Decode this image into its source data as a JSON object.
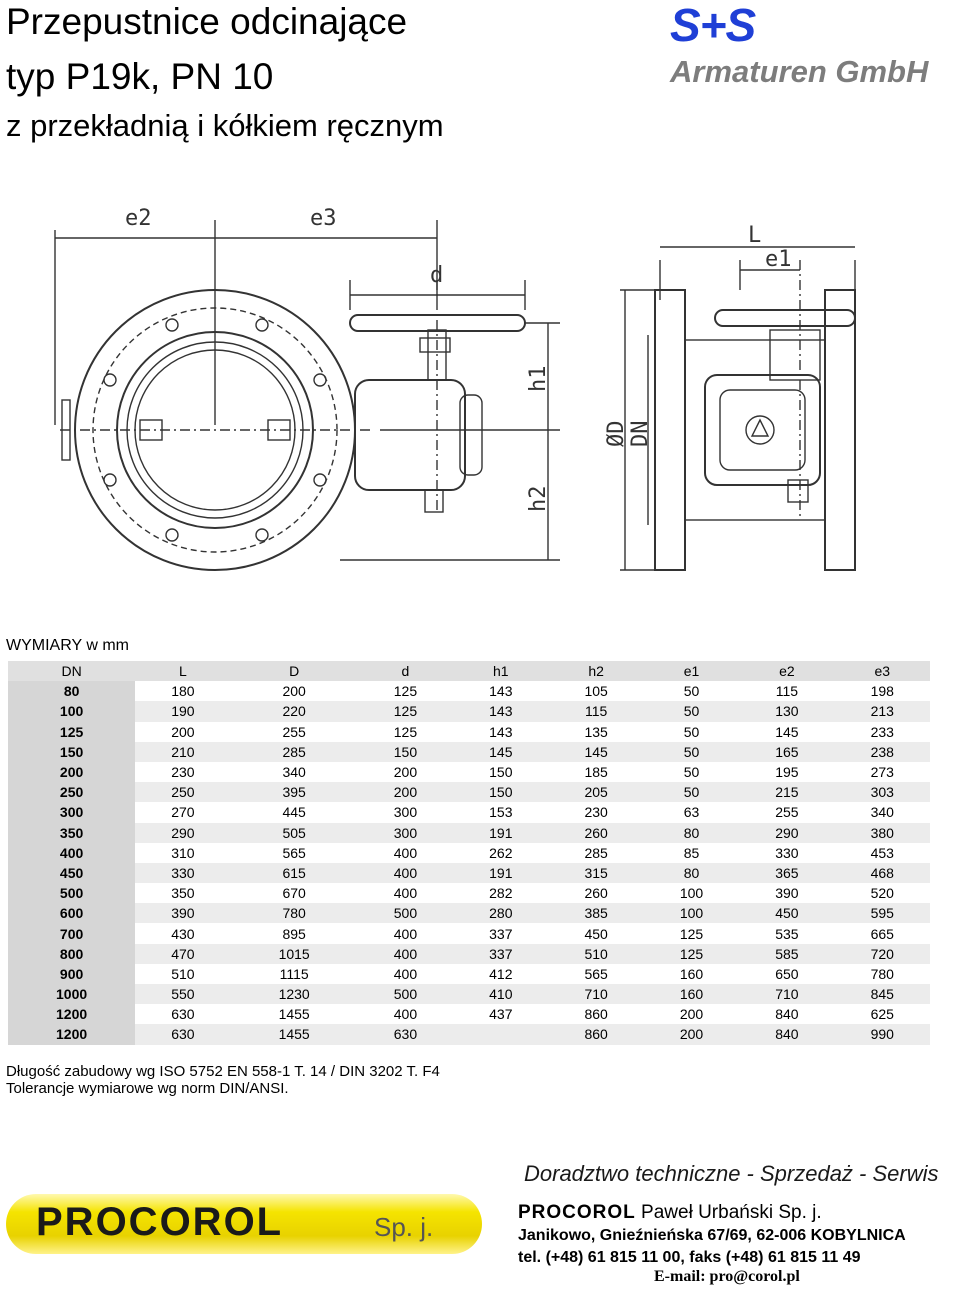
{
  "header": {
    "title_line1": "Przepustnice odcinające",
    "title_line2": "typ P19k, PN 10",
    "subtitle": "z przekładnią i kółkiem ręcznym",
    "brand": "S+S",
    "company": "Armaturen GmbH"
  },
  "drawing": {
    "labels": {
      "e2": "e2",
      "e3": "e3",
      "d": "d",
      "h1": "h1",
      "h2": "h2",
      "L": "L",
      "e1": "e1",
      "OD": "ØD",
      "DN": "DN"
    }
  },
  "table": {
    "caption": "WYMIARY w mm",
    "columns": [
      "DN",
      "L",
      "D",
      "d",
      "h1",
      "h2",
      "e1",
      "e2",
      "e3"
    ],
    "rows": [
      [
        "80",
        "180",
        "200",
        "125",
        "143",
        "105",
        "50",
        "115",
        "198"
      ],
      [
        "100",
        "190",
        "220",
        "125",
        "143",
        "115",
        "50",
        "130",
        "213"
      ],
      [
        "125",
        "200",
        "255",
        "125",
        "143",
        "135",
        "50",
        "145",
        "233"
      ],
      [
        "150",
        "210",
        "285",
        "150",
        "145",
        "145",
        "50",
        "165",
        "238"
      ],
      [
        "200",
        "230",
        "340",
        "200",
        "150",
        "185",
        "50",
        "195",
        "273"
      ],
      [
        "250",
        "250",
        "395",
        "200",
        "150",
        "205",
        "50",
        "215",
        "303"
      ],
      [
        "300",
        "270",
        "445",
        "300",
        "153",
        "230",
        "63",
        "255",
        "340"
      ],
      [
        "350",
        "290",
        "505",
        "300",
        "191",
        "260",
        "80",
        "290",
        "380"
      ],
      [
        "400",
        "310",
        "565",
        "400",
        "262",
        "285",
        "85",
        "330",
        "453"
      ],
      [
        "450",
        "330",
        "615",
        "400",
        "191",
        "315",
        "80",
        "365",
        "468"
      ],
      [
        "500",
        "350",
        "670",
        "400",
        "282",
        "260",
        "100",
        "390",
        "520"
      ],
      [
        "600",
        "390",
        "780",
        "500",
        "280",
        "385",
        "100",
        "450",
        "595"
      ],
      [
        "700",
        "430",
        "895",
        "400",
        "337",
        "450",
        "125",
        "535",
        "665"
      ],
      [
        "800",
        "470",
        "1015",
        "400",
        "337",
        "510",
        "125",
        "585",
        "720"
      ],
      [
        "900",
        "510",
        "1115",
        "400",
        "412",
        "565",
        "160",
        "650",
        "780"
      ],
      [
        "1000",
        "550",
        "1230",
        "500",
        "410",
        "710",
        "160",
        "710",
        "845"
      ],
      [
        "1200",
        "630",
        "1455",
        "400",
        "437",
        "860",
        "200",
        "840",
        "625"
      ],
      [
        "1200",
        "630",
        "1455",
        "630",
        "",
        "860",
        "200",
        "840",
        "990"
      ]
    ]
  },
  "notes": {
    "line1": "Długość zabudowy wg ISO 5752 EN 558-1  T. 14 / DIN 3202 T. F4",
    "line2": "Tolerancje wymiarowe wg norm DIN/ANSI."
  },
  "footer": {
    "slogan": "Doradztwo techniczne  -  Sprzedaż  -  Serwis",
    "logo_word": "PROCOROL",
    "logo_suffix": "Sp. j.",
    "contact_company_bold": "PROCOROL",
    "contact_company_rest": " Paweł Urbański Sp. j.",
    "address": "Janikowo, Gnieźnieńska 67/69, 62-006 KOBYLNICA",
    "phone": "tel. (+48) 61 815 11 00,  faks (+48) 61 815 11 49",
    "email": "E-mail: pro@corol.pl"
  },
  "colors": {
    "brand": "#1f3fd6",
    "company": "#7d7d7d",
    "logo_yellow": "#f5e400"
  }
}
